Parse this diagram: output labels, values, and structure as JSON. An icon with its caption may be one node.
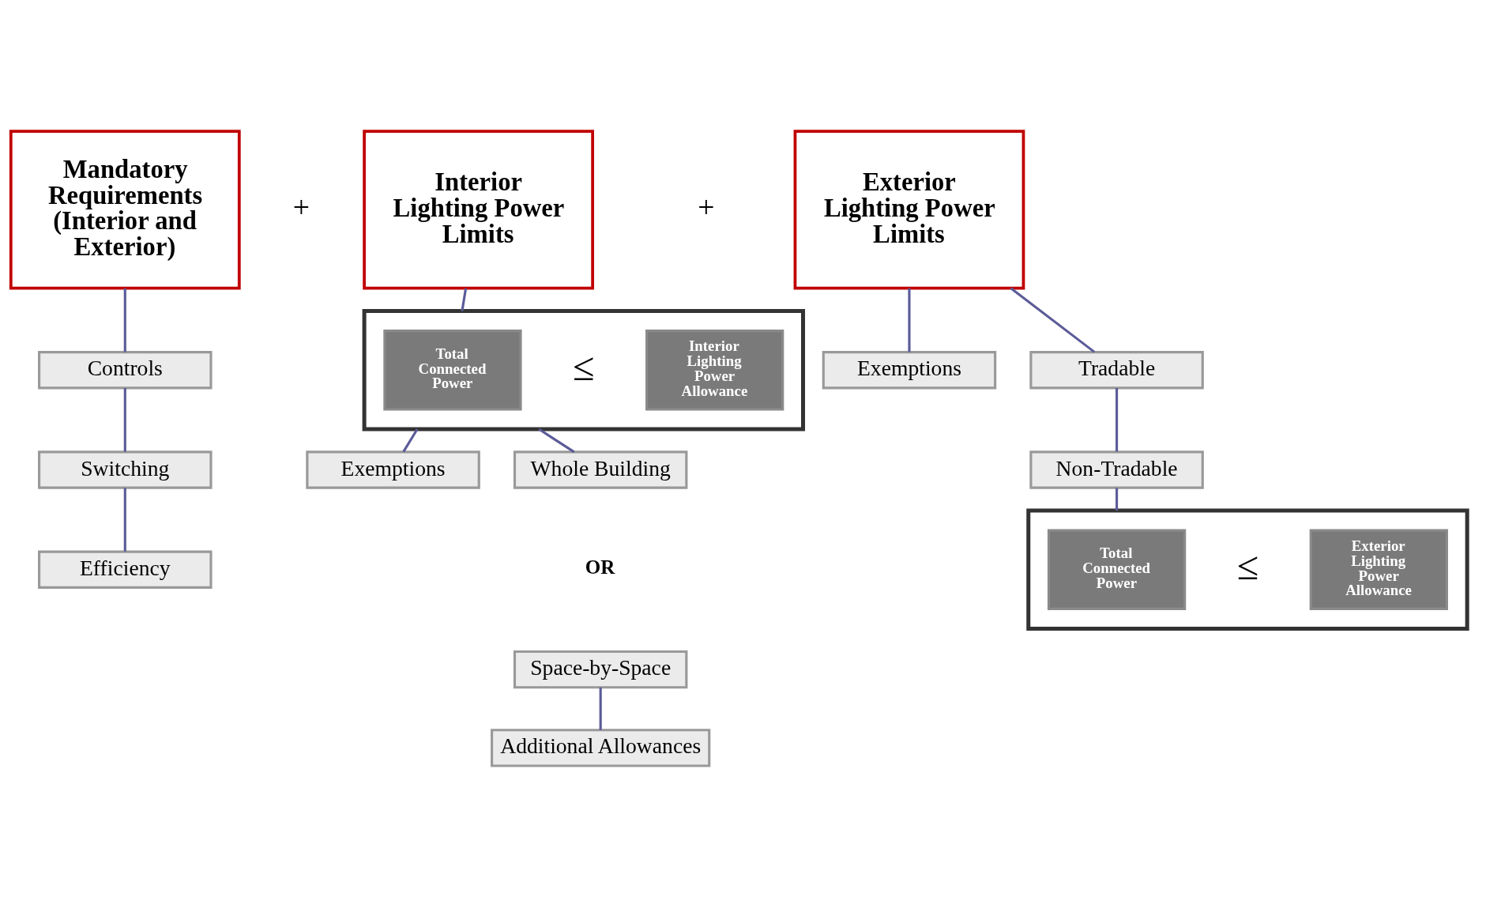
{
  "diagram": {
    "nodes": [
      {
        "text": [
          "Mandatory Requirements (Interior and Exterior)"
        ]
      },
      {
        "text": [
          "Interior Lighting Power Limits"
        ]
      },
      {
        "text": [
          "Exterior Lighting Power Limits"
        ]
      },
      {
        "text": [
          "Controls"
        ]
      },
      {
        "text": [
          "Switching"
        ]
      },
      {
        "text": [
          "Efficiency"
        ]
      },
      {
        "text": [],
        "shape": "box"
      },
      {
        "text": [
          "Total Connected Power"
        ],
        "in": 6
      },
      {
        "text": [
          "Interior Lighting Power Allowance"
        ],
        "in": 6
      },
      {
        "text": [
          "Exemptions"
        ]
      },
      {
        "text": [
          "Whole Building"
        ]
      },
      {
        "text": [
          "Space-by-Space"
        ]
      },
      {
        "text": [
          "Additional Allowances"
        ]
      },
      {
        "text": [
          "Exemptions"
        ]
      },
      {
        "text": [
          "Tradable"
        ]
      },
      {
        "text": [
          "Non-Tradable"
        ]
      },
      {
        "text": [],
        "shape": "box"
      },
      {
        "text": [
          "Total Connected Power"
        ],
        "in": 16
      },
      {
        "text": [
          "Exterior Lighting Power Allowance"
        ],
        "in": 16
      }
    ],
    "edges": [
      {
        "from": 0,
        "to": 3,
        "arrow": "none"
      },
      {
        "from": 3,
        "to": 4,
        "arrow": "none"
      },
      {
        "from": 4,
        "to": 5,
        "arrow": "none"
      },
      {
        "from": 1,
        "to": 6,
        "arrow": "none"
      },
      {
        "from": 6,
        "to": 9,
        "arrow": "none"
      },
      {
        "from": 6,
        "to": 10,
        "arrow": "none"
      },
      {
        "from": 11,
        "to": 12,
        "arrow": "none"
      },
      {
        "from": 2,
        "to": 13,
        "arrow": "none"
      },
      {
        "from": 2,
        "to": 14,
        "arrow": "none"
      },
      {
        "from": 14,
        "to": 15,
        "arrow": "none"
      },
      {
        "from": 15,
        "to": 16,
        "arrow": "none"
      }
    ],
    "labels": [
      "+",
      "+",
      "≤",
      "OR",
      "≤"
    ]
  }
}
